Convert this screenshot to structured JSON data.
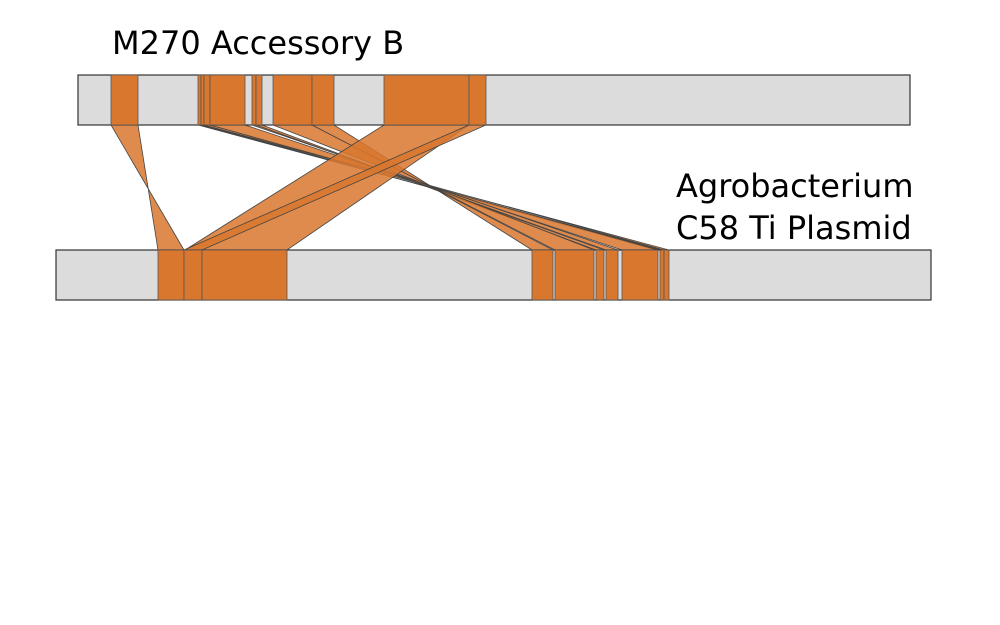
{
  "diagram": {
    "top_track": {
      "label": "M270 Accessory B"
    },
    "bottom_track": {
      "label_line1": "Agrobacterium",
      "label_line2": "C58 Ti Plasmid"
    }
  },
  "colors": {
    "track_fill": "#dcdcdc",
    "track_stroke": "#333333",
    "block_fill": "#d9772e",
    "block_stroke": "#555555",
    "link_fill": "#d9772e",
    "link_stroke": "#444444"
  }
}
